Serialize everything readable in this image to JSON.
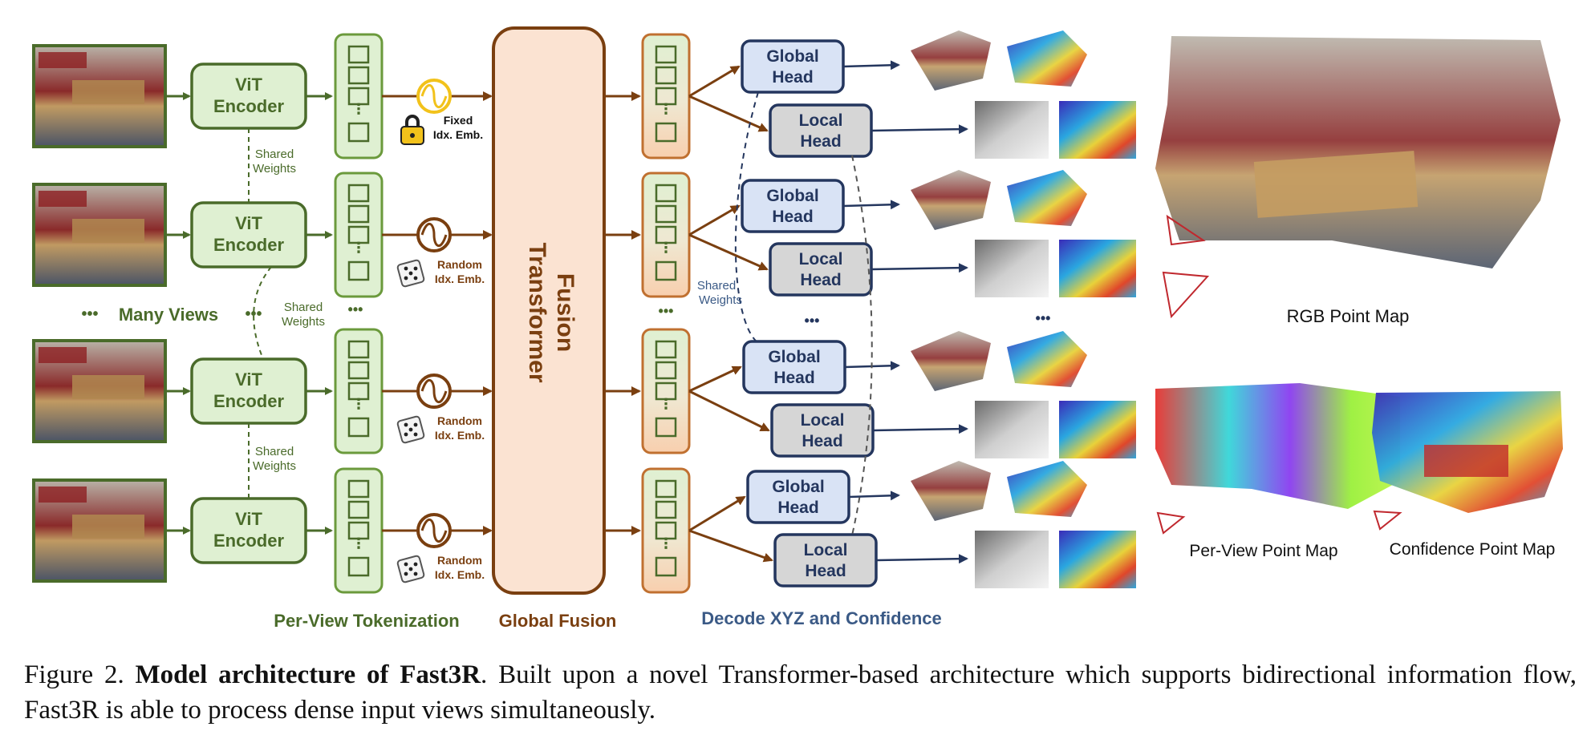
{
  "colors": {
    "green_dark": "#4a6b2a",
    "green_fill": "#dff0d2",
    "brown": "#7a3f10",
    "peach_fill": "#fbe3d2",
    "navy": "#24365e",
    "global_head_fill": "#d9e3f5",
    "local_head_fill": "#d6d6d6",
    "title_blue": "#3b5a86",
    "lock_yellow": "#f2c21b"
  },
  "icons": {
    "lock": "lock-icon",
    "sine": "sine-wave-icon",
    "dice": "dice-icon"
  },
  "diagram": {
    "encoder_label_line1": "ViT",
    "encoder_label_line2": "Encoder",
    "shared_line1": "Shared",
    "shared_line2": "Weights",
    "many_views": "Many Views",
    "ellipsis": "•••",
    "fixed_line1": "Fixed",
    "fixed_line2": "Idx. Emb.",
    "random_line1": "Random",
    "random_line2": "Idx. Emb.",
    "fusion_line1": "Fusion",
    "fusion_line2": "Transformer",
    "global_head_line1": "Global",
    "global_head_line2": "Head",
    "local_head_line1": "Local",
    "local_head_line2": "Head",
    "token_dots": "⋮",
    "section_tokenization": "Per-View Tokenization",
    "section_fusion": "Global Fusion",
    "section_decode": "Decode XYZ and Confidence",
    "rgb_point_map": "RGB Point Map",
    "per_view_point_map": "Per-View Point Map",
    "confidence_point_map": "Confidence Point Map"
  },
  "caption": {
    "prefix": "Figure 2. ",
    "bold": "Model architecture of Fast3R",
    "rest": ". Built upon a novel Transformer-based architecture which supports bidirectional information flow, Fast3R is able to process dense input views simultaneously."
  }
}
